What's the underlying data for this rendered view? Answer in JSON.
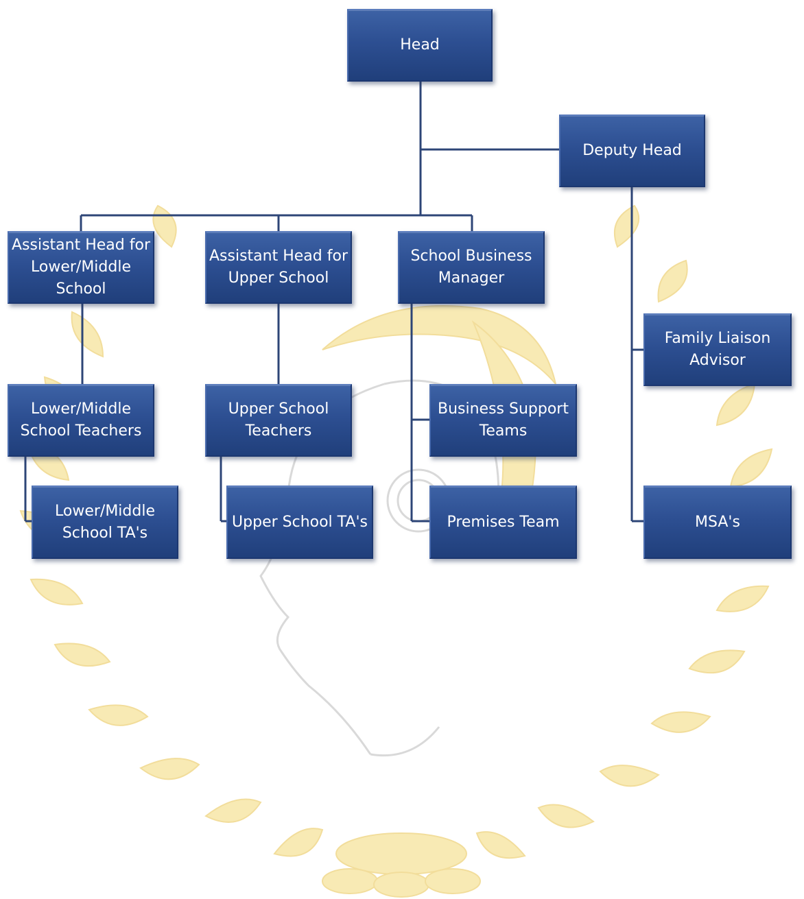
{
  "colors": {
    "box_fill": "#2d4f92",
    "box_border": "#1c3770",
    "connector": "#2d4577",
    "watermark_gold": "#f3dc8e",
    "watermark_grey": "#cfcfcf"
  },
  "watermark": {
    "icon": "laurel-wreath-helmet-crest-icon"
  },
  "org_chart": {
    "head": "Head",
    "deputy_head": "Deputy Head",
    "assistant_head_lower_middle": "Assistant Head for Lower/Middle School",
    "assistant_head_upper": "Assistant Head for Upper School",
    "school_business_manager": "School Business Manager",
    "family_liaison_advisor": "Family Liaison Advisor",
    "lower_middle_teachers": "Lower/Middle School Teachers",
    "upper_teachers": "Upper School Teachers",
    "business_support_teams": "Business Support Teams",
    "lower_middle_tas": "Lower/Middle School TA's",
    "upper_tas": "Upper School TA's",
    "premises_team": "Premises Team",
    "msas": "MSA's"
  }
}
